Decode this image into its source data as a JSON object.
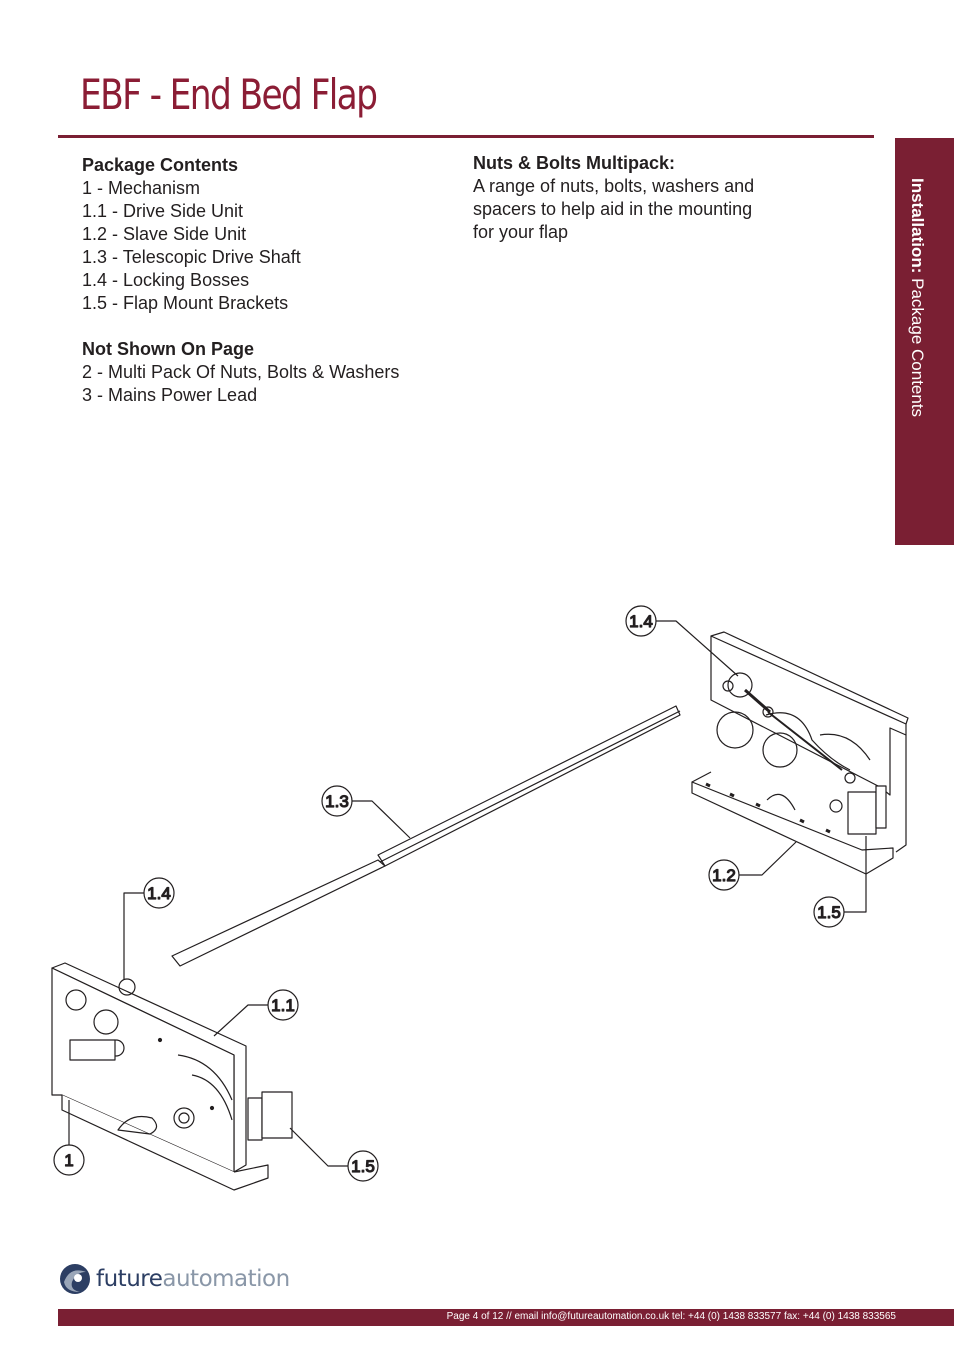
{
  "header": {
    "title": "EBF - End Bed Flap"
  },
  "side_tab": {
    "bold": "Installation:",
    "rest": " Package Contents"
  },
  "package_contents": {
    "heading": "Package Contents",
    "items": [
      "1 - Mechanism",
      "1.1 - Drive Side Unit",
      "1.2 - Slave Side Unit",
      "1.3 - Telescopic Drive Shaft",
      "1.4 - Locking Bosses",
      "1.5 - Flap Mount Brackets"
    ]
  },
  "not_shown": {
    "heading": "Not Shown On Page",
    "items": [
      "2 - Multi Pack Of Nuts, Bolts & Washers",
      "3 - Mains Power Lead"
    ]
  },
  "nuts_bolts": {
    "heading": "Nuts & Bolts Multipack:",
    "body": "A range of nuts, bolts, washers and spacers to help aid in the mounting for your flap"
  },
  "callouts": [
    "1.4",
    "1.3",
    "1.2",
    "1.5",
    "1.4",
    "1.1",
    "1",
    "1.5"
  ],
  "logo": {
    "part1": "future",
    "part2": "automation"
  },
  "footer": {
    "text": "Page 4 of 12 // email info@futureautomation.co.uk  tel: +44 (0) 1438 833577  fax: +44 (0) 1438 833565"
  },
  "colors": {
    "accent": "#7a1f33",
    "title": "#8b1d35"
  }
}
